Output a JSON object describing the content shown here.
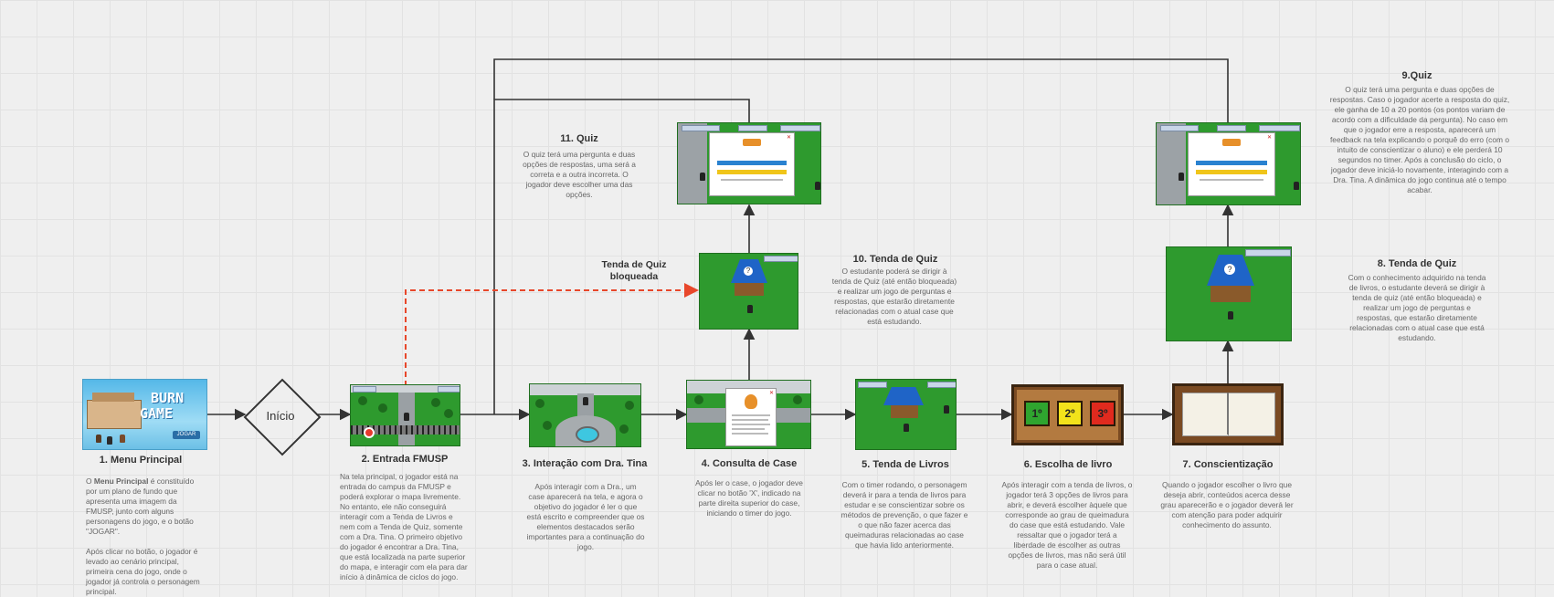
{
  "start_node": {
    "label": "Início"
  },
  "locked_label": "Tenda de Quiz\nbloqueada",
  "menu_screen": {
    "logo_line1": "BURN",
    "logo_line2": "GAME",
    "button": "JOGAR"
  },
  "steps": [
    {
      "id": "1",
      "title": "1. Menu Principal",
      "description_html": "O <b>Menu Principal</b> é constituído por um plano de fundo que apresenta uma imagem da FMUSP, junto com alguns personagens do jogo, e o botão \"JOGAR\".<br><br>Após clicar no botão, o jogador é levado ao cenário principal, primeira cena do jogo, onde o jogador já controla o personagem principal."
    },
    {
      "id": "2",
      "title": "2. Entrada FMUSP",
      "description": "Na tela principal, o jogador está na entrada do campus da FMUSP e poderá explorar o mapa livremente. No entanto, ele não conseguirá interagir com a Tenda de Livros e nem com a Tenda de Quiz, somente com a Dra. Tina. O primeiro objetivo do jogador é encontrar a Dra. Tina, que está localizada na parte superior do mapa, e interagir com ela para dar início à dinâmica de ciclos do jogo."
    },
    {
      "id": "3",
      "title": "3. Interação com Dra. Tina",
      "description": "Após interagir com a Dra., um case aparecerá na tela, e agora o objetivo do jogador é ler o que está escrito e compreender que os elementos destacados serão importantes para a continuação do jogo."
    },
    {
      "id": "4",
      "title": "4. Consulta de Case",
      "description": "Após ler o case, o jogador deve clicar no botão 'X', indicado na parte direita superior do case, iniciando o timer do jogo."
    },
    {
      "id": "5",
      "title": "5. Tenda de Livros",
      "description": "Com o timer rodando, o personagem deverá ir para a tenda de livros para estudar e se conscientizar sobre os métodos de prevenção, o que fazer e o que não fazer acerca das queimaduras relacionadas ao case que havia lido anteriormente."
    },
    {
      "id": "6",
      "title": "6. Escolha de livro",
      "description": "Após interagir com a tenda de livros, o jogador terá 3 opções de livros para abrir, e deverá escolher àquele que corresponde ao grau de queimadura do case que está estudando. Vale ressaltar que o jogador terá a liberdade de escolher as outras opções de livros, mas não será útil para o case atual."
    },
    {
      "id": "7",
      "title": "7. Conscientização",
      "description": "Quando o jogador escolher o livro que deseja abrir, conteúdos acerca desse grau aparecerão e o jogador deverá ler com atenção para poder adquirir conhecimento do assunto."
    },
    {
      "id": "8",
      "title": "8. Tenda de Quiz",
      "description": "Com o conhecimento adquirido na tenda de livros, o estudante deverá se dirigir à tenda de quiz (até então bloqueada) e realizar um jogo de perguntas e respostas, que estarão diretamente relacionadas com o atual case que está estudando."
    },
    {
      "id": "9",
      "title": "9.Quiz",
      "description": "O quiz terá uma pergunta e duas opções de respostas. Caso o jogador acerte a resposta do quiz, ele ganha de 10 a 20 pontos (os pontos variam de acordo com a dificuldade da pergunta). No caso em que o jogador erre a resposta, aparecerá um feedback na tela explicando o porquê do erro (com o intuito de conscientizar o aluno) e ele perderá 10 segundos no timer. Após a conclusão do ciclo, o jogador deve iniciá-lo novamente, interagindo com a Dra. Tina. A dinâmica do jogo continua até o tempo acabar."
    },
    {
      "id": "10",
      "title": "10. Tenda de Quiz",
      "description": "O estudante poderá se dirigir à tenda de Quiz (até então bloqueada) e realizar um jogo de perguntas e respostas, que estarão diretamente relacionadas com o atual case que está estudando."
    },
    {
      "id": "11",
      "title": "11. Quiz",
      "description": "O quiz terá uma pergunta e duas opções de respostas, uma será a correta e a outra incorreta. O jogador deve escolher uma das opções."
    }
  ],
  "book_tiles": [
    "1º",
    "2º",
    "3º"
  ],
  "colors": {
    "grass": "#2e9a2e",
    "locked_arrow": "#e8472b",
    "arrow": "#333333",
    "tile_green": "#2fa52f",
    "tile_yellow": "#f2e21b",
    "tile_red": "#e02a1e"
  }
}
